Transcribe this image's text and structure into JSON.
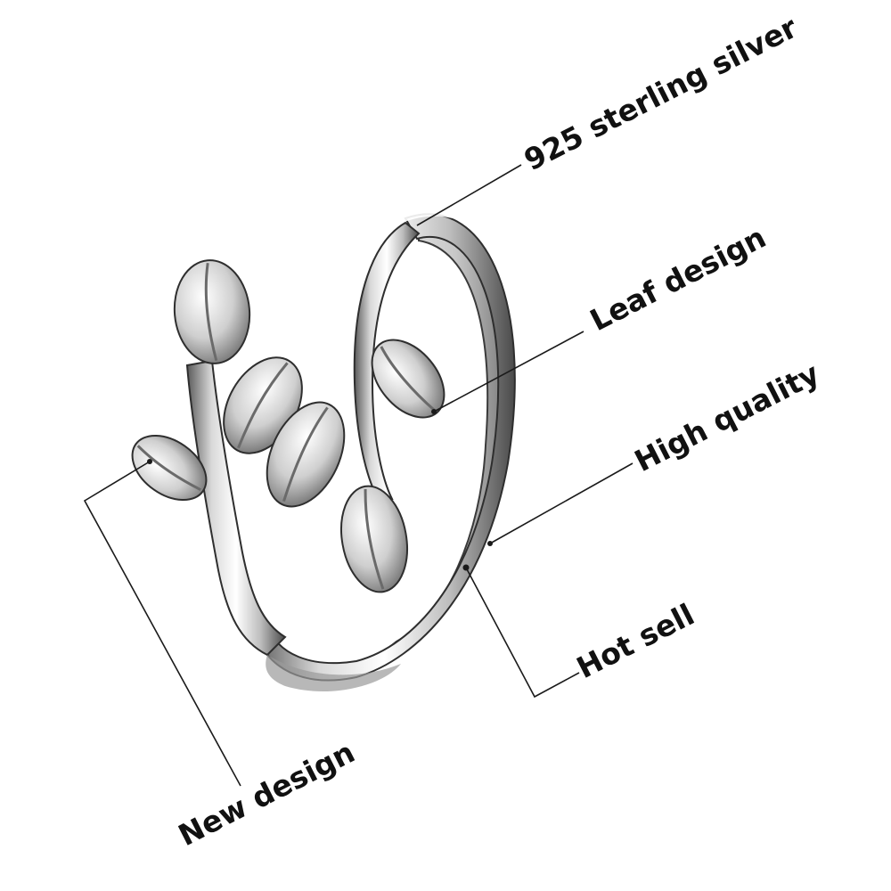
{
  "callouts": {
    "silver": "925 sterling silver",
    "leaf": "Leaf design",
    "quality": "High quality",
    "hot": "Hot sell",
    "new": "New design"
  },
  "colors": {
    "background": "#ffffff",
    "label_text": "#111111",
    "leader_line": "#1a1a1a",
    "metal_highlight": "#f4f4f4",
    "metal_mid": "#b8b8b8",
    "metal_shadow": "#4a4a4a"
  }
}
